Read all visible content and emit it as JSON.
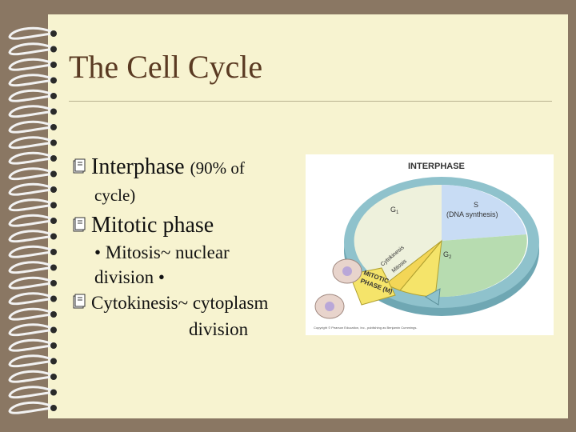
{
  "slide": {
    "title": "The Cell Cycle",
    "bullets": [
      {
        "icon": "book-icon",
        "label": "Interphase",
        "note": "(90% of",
        "note2": "cycle)"
      },
      {
        "icon": "book-icon",
        "label": "Mitotic phase"
      }
    ],
    "sub1_line1": "• Mitosis~ nuclear",
    "sub1_line2": "division •",
    "sub2_line1": "Cytokinesis~ cytoplasm",
    "sub2_line2": "division"
  },
  "diagram": {
    "labels": {
      "interphase": "INTERPHASE",
      "g1": "G",
      "g1_sub": "1",
      "s": "S",
      "s_desc": "(DNA synthesis)",
      "g2": "G",
      "g2_sub": "2",
      "cytokinesis": "Cytokinesis",
      "mitosis": "Mitosis",
      "mitotic_phase": "MITOTIC",
      "mitotic_phase2": "PHASE (M)",
      "copyright": "Copyright © Pearson Education, Inc., publishing as Benjamin Cummings."
    },
    "colors": {
      "g1": "#eef1dc",
      "s": "#c8dcf4",
      "g2": "#b7dcb0",
      "ring": "#8fc2cc",
      "mitotic": "#f5e46a"
    }
  }
}
